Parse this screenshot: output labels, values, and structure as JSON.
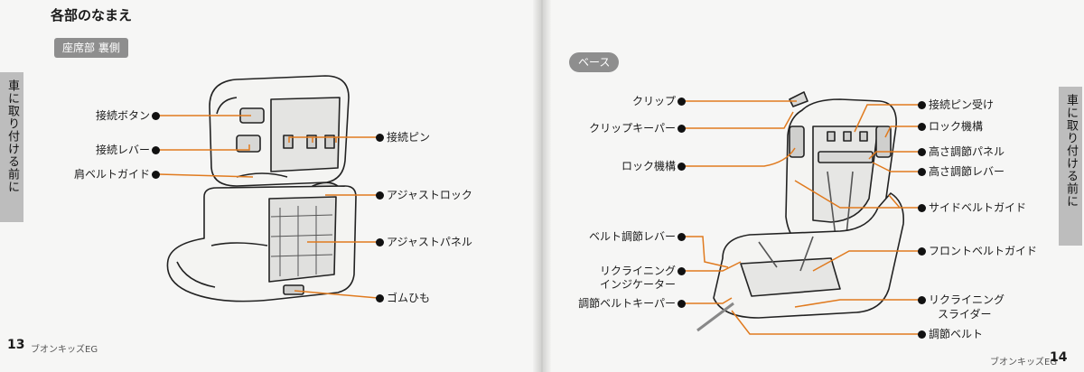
{
  "left": {
    "heading": "各部のなまえ",
    "section_tag": "座席部 裏側",
    "side_tab": "車に取り付ける前に",
    "page_number": "13",
    "product_name": "ブオンキッズEG",
    "labels": {
      "connect_button": "接続ボタン",
      "connect_lever": "接続レバー",
      "shoulder_belt_guide": "肩ベルトガイド",
      "connect_pin": "接続ピン",
      "adjust_lock": "アジャストロック",
      "adjust_panel": "アジャストパネル",
      "rubber_cord": "ゴムひも"
    }
  },
  "right": {
    "section_tag": "ベース",
    "side_tab": "車に取り付ける前に",
    "page_number": "14",
    "product_name": "ブオンキッズEG",
    "labels": {
      "clip": "クリップ",
      "clip_keeper": "クリップキーパー",
      "lock_mechanism_l": "ロック機構",
      "belt_adjust_lever": "ベルト調節レバー",
      "reclining_indicator_1": "リクライニング",
      "reclining_indicator_2": "インジケーター",
      "adjust_belt_keeper": "調節ベルトキーパー",
      "connect_pin_receiver": "接続ピン受け",
      "lock_mechanism_r": "ロック機構",
      "height_adjust_panel": "高さ調節パネル",
      "height_adjust_lever": "高さ調節レバー",
      "side_belt_guide": "サイドベルトガイド",
      "front_belt_guide": "フロントベルトガイド",
      "reclining_slider_1": "リクライニング",
      "reclining_slider_2": "スライダー",
      "adjust_belt": "調節ベルト"
    }
  },
  "colors": {
    "leader": "#e07a1e",
    "tag": "#8e8e8e"
  }
}
